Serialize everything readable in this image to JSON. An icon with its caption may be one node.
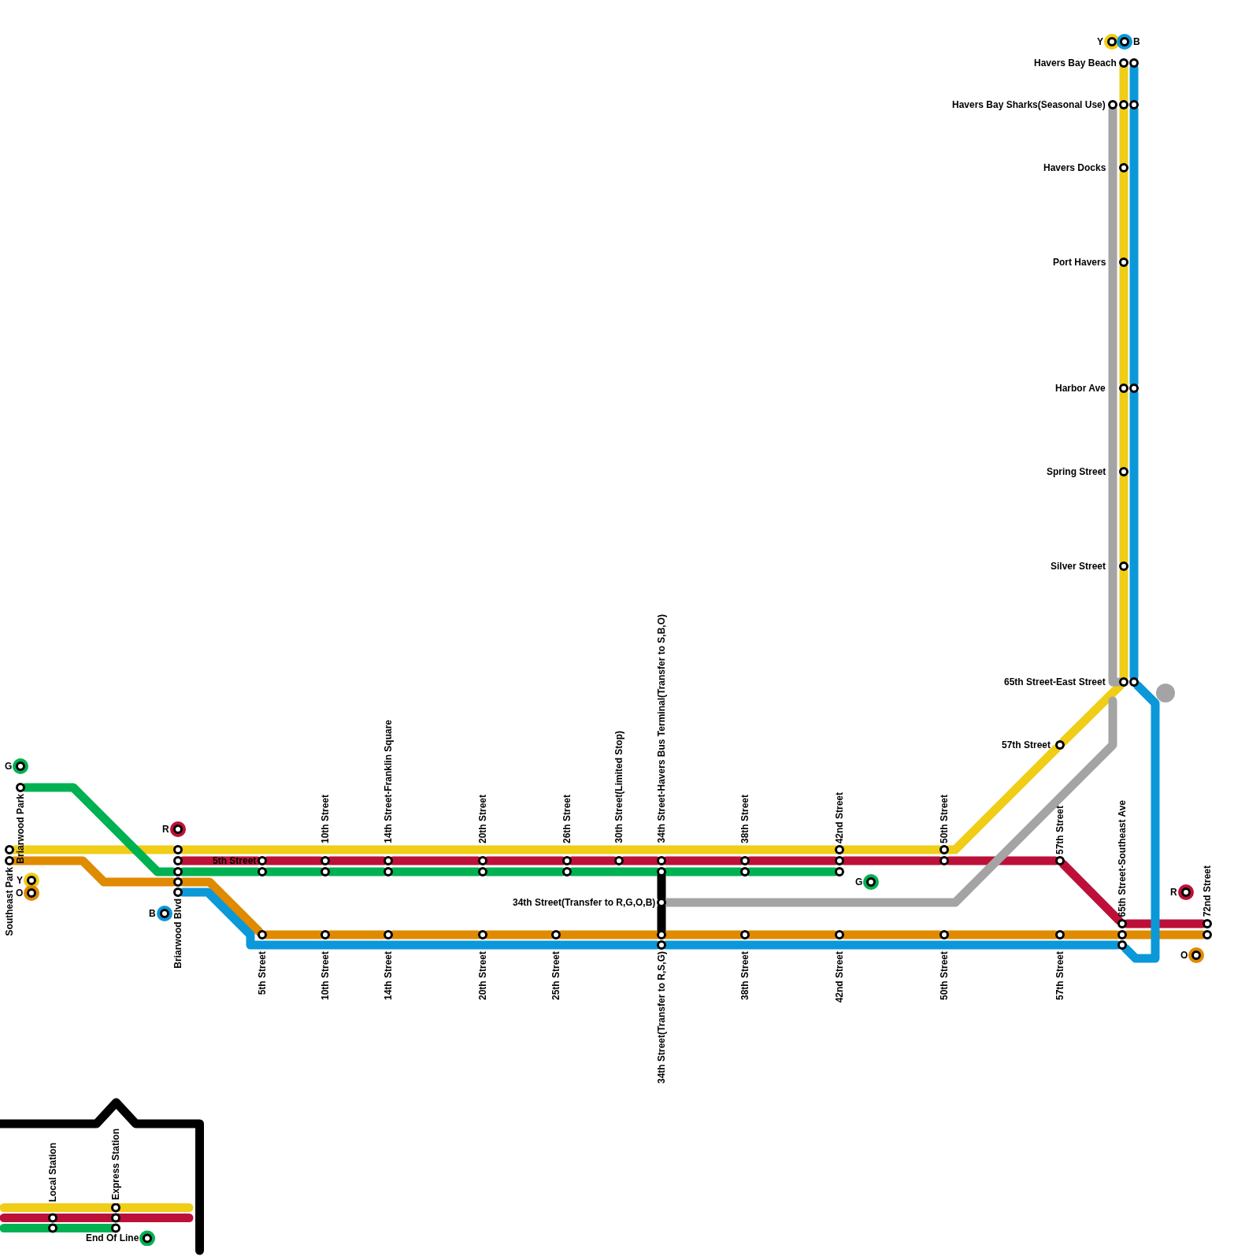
{
  "diagram": {
    "nodes": [
      {
        "text": [],
        "shape": "circle",
        "beside": [
          "Y"
        ]
      },
      {
        "text": [],
        "shape": "circle",
        "beside": [
          "B"
        ]
      },
      {
        "text": [],
        "shape": "circle",
        "beside": [
          "Havers Bay Beach"
        ]
      },
      {
        "text": [],
        "shape": "circle"
      },
      {
        "text": [],
        "shape": "circle",
        "beside": [
          "Havers Bay Sharks(Seasonal Use)"
        ]
      },
      {
        "text": [],
        "shape": "circle"
      },
      {
        "text": [],
        "shape": "circle"
      },
      {
        "text": [],
        "shape": "circle",
        "beside": [
          "Havers Docks"
        ]
      },
      {
        "text": [],
        "shape": "circle",
        "beside": [
          "Port Havers"
        ]
      },
      {
        "text": [],
        "shape": "circle",
        "beside": [
          "Harbor Ave"
        ]
      },
      {
        "text": [],
        "shape": "circle"
      },
      {
        "text": [],
        "shape": "circle",
        "beside": [
          "Spring Street"
        ]
      },
      {
        "text": [],
        "shape": "circle",
        "beside": [
          "Silver Street"
        ]
      },
      {
        "text": [],
        "shape": "circle",
        "beside": [
          "65th Street-East Street"
        ]
      },
      {
        "text": [],
        "shape": "circle"
      },
      {
        "text": [],
        "shape": "circle"
      },
      {
        "text": [],
        "shape": "circle",
        "beside": [
          "57th Street"
        ]
      },
      {
        "text": [],
        "shape": "circle",
        "beside": [
          "G"
        ]
      },
      {
        "text": [],
        "shape": "circle",
        "beside": [
          "Briarwood Park"
        ]
      },
      {
        "text": [],
        "shape": "circle",
        "beside": [
          "R"
        ]
      },
      {
        "text": [],
        "shape": "circle"
      },
      {
        "text": [],
        "shape": "circle",
        "beside": [
          "Southeast Park"
        ]
      },
      {
        "text": [],
        "shape": "circle",
        "beside": [
          "Y"
        ]
      },
      {
        "text": [],
        "shape": "circle",
        "beside": [
          "O"
        ]
      },
      {
        "text": [],
        "shape": "circle",
        "beside": [
          "B"
        ]
      },
      {
        "text": [],
        "shape": "circle"
      },
      {
        "text": [],
        "shape": "circle"
      },
      {
        "text": [],
        "shape": "circle"
      },
      {
        "text": [],
        "shape": "circle"
      },
      {
        "text": [],
        "shape": "circle",
        "beside": [
          "Briarwood Blvd"
        ]
      },
      {
        "text": [],
        "shape": "circle",
        "beside": [
          "5th Street"
        ]
      },
      {
        "text": [],
        "shape": "circle"
      },
      {
        "text": [],
        "shape": "circle",
        "beside": [
          "5th Street"
        ]
      },
      {
        "text": [],
        "shape": "circle",
        "beside": [
          "10th Street"
        ]
      },
      {
        "text": [],
        "shape": "circle"
      },
      {
        "text": [],
        "shape": "circle",
        "beside": [
          "10th Street"
        ]
      },
      {
        "text": [],
        "shape": "circle",
        "beside": [
          "14th Street-Franklin Square"
        ]
      },
      {
        "text": [],
        "shape": "circle"
      },
      {
        "text": [],
        "shape": "circle",
        "beside": [
          "14th Street"
        ]
      },
      {
        "text": [],
        "shape": "circle",
        "beside": [
          "20th Street"
        ]
      },
      {
        "text": [],
        "shape": "circle"
      },
      {
        "text": [],
        "shape": "circle",
        "beside": [
          "20th Street"
        ]
      },
      {
        "text": [],
        "shape": "circle",
        "beside": [
          "25th Street"
        ]
      },
      {
        "text": [],
        "shape": "circle",
        "beside": [
          "26th Street"
        ]
      },
      {
        "text": [],
        "shape": "circle"
      },
      {
        "text": [],
        "shape": "circle",
        "beside": [
          "30th Street(Limited Stop)"
        ]
      },
      {
        "text": [],
        "shape": "circle",
        "beside": [
          "34th Street-Havers Bus Terminal(Transfer to S,B,O)"
        ]
      },
      {
        "text": [],
        "shape": "circle"
      },
      {
        "text": [],
        "shape": "circle",
        "beside": [
          "34th Street(Transfer to R,G,O,B)"
        ]
      },
      {
        "text": [],
        "shape": "circle"
      },
      {
        "text": [],
        "shape": "circle",
        "beside": [
          "34th Street(Transfer to R,S,G)"
        ]
      },
      {
        "text": [],
        "shape": "circle",
        "beside": [
          "38th Street"
        ]
      },
      {
        "text": [],
        "shape": "circle"
      },
      {
        "text": [],
        "shape": "circle",
        "beside": [
          "38th Street"
        ]
      },
      {
        "text": [],
        "shape": "circle",
        "beside": [
          "42nd Street"
        ]
      },
      {
        "text": [],
        "shape": "circle"
      },
      {
        "text": [],
        "shape": "circle"
      },
      {
        "text": [],
        "shape": "circle",
        "beside": [
          "42nd Street"
        ]
      },
      {
        "text": [],
        "shape": "circle",
        "beside": [
          "G"
        ]
      },
      {
        "text": [],
        "shape": "circle",
        "beside": [
          "50th Street"
        ]
      },
      {
        "text": [],
        "shape": "circle"
      },
      {
        "text": [],
        "shape": "circle",
        "beside": [
          "50th Street"
        ]
      },
      {
        "text": [],
        "shape": "circle",
        "beside": [
          "57th Street"
        ]
      },
      {
        "text": [],
        "shape": "circle",
        "beside": [
          "57th Street"
        ]
      },
      {
        "text": [],
        "shape": "circle",
        "beside": [
          "65th Street-Southeast Ave"
        ]
      },
      {
        "text": [],
        "shape": "circle"
      },
      {
        "text": [],
        "shape": "circle"
      },
      {
        "text": [],
        "shape": "circle",
        "beside": [
          "R"
        ]
      },
      {
        "text": [],
        "shape": "circle",
        "beside": [
          "72nd Street"
        ]
      },
      {
        "text": [],
        "shape": "circle"
      },
      {
        "text": [],
        "shape": "circle",
        "beside": [
          "O"
        ]
      }
    ],
    "edges": [
      {
        "from": 20,
        "to": 25,
        "arrow": "none",
        "color": "#f0cd16"
      },
      {
        "from": 25,
        "to": 54,
        "arrow": "none",
        "color": "#f0cd16"
      },
      {
        "from": 54,
        "to": 59,
        "arrow": "none",
        "color": "#f0cd16"
      },
      {
        "from": 59,
        "to": 16,
        "arrow": "none",
        "color": "#f0cd16"
      },
      {
        "from": 16,
        "to": 13,
        "arrow": "none",
        "color": "#f0cd16"
      },
      {
        "from": 13,
        "to": 12,
        "arrow": "none",
        "color": "#f0cd16"
      },
      {
        "from": 12,
        "to": 11,
        "arrow": "none",
        "color": "#f0cd16"
      },
      {
        "from": 11,
        "to": 9,
        "arrow": "none",
        "color": "#f0cd16"
      },
      {
        "from": 9,
        "to": 8,
        "arrow": "none",
        "color": "#f0cd16"
      },
      {
        "from": 8,
        "to": 7,
        "arrow": "none",
        "color": "#f0cd16"
      },
      {
        "from": 7,
        "to": 5,
        "arrow": "none",
        "color": "#f0cd16"
      },
      {
        "from": 5,
        "to": 2,
        "arrow": "none",
        "color": "#f0cd16"
      },
      {
        "from": 26,
        "to": 30,
        "arrow": "none",
        "color": "#bd1038"
      },
      {
        "from": 30,
        "to": 33,
        "arrow": "none",
        "color": "#bd1038"
      },
      {
        "from": 33,
        "to": 36,
        "arrow": "none",
        "color": "#bd1038"
      },
      {
        "from": 36,
        "to": 39,
        "arrow": "none",
        "color": "#bd1038"
      },
      {
        "from": 39,
        "to": 43,
        "arrow": "none",
        "color": "#bd1038"
      },
      {
        "from": 43,
        "to": 45,
        "arrow": "none",
        "color": "#bd1038"
      },
      {
        "from": 45,
        "to": 46,
        "arrow": "none",
        "color": "#bd1038"
      },
      {
        "from": 46,
        "to": 51,
        "arrow": "none",
        "color": "#bd1038"
      },
      {
        "from": 51,
        "to": 55,
        "arrow": "none",
        "color": "#bd1038"
      },
      {
        "from": 55,
        "to": 60,
        "arrow": "none",
        "color": "#bd1038"
      },
      {
        "from": 60,
        "to": 62,
        "arrow": "none",
        "color": "#bd1038"
      },
      {
        "from": 62,
        "to": 64,
        "arrow": "none",
        "color": "#bd1038"
      },
      {
        "from": 64,
        "to": 68,
        "arrow": "none",
        "color": "#bd1038"
      },
      {
        "from": 18,
        "to": 27,
        "arrow": "none",
        "color": "#00b152"
      },
      {
        "from": 27,
        "to": 31,
        "arrow": "none",
        "color": "#00b152"
      },
      {
        "from": 31,
        "to": 34,
        "arrow": "none",
        "color": "#00b152"
      },
      {
        "from": 34,
        "to": 37,
        "arrow": "none",
        "color": "#00b152"
      },
      {
        "from": 37,
        "to": 40,
        "arrow": "none",
        "color": "#00b152"
      },
      {
        "from": 40,
        "to": 44,
        "arrow": "none",
        "color": "#00b152"
      },
      {
        "from": 44,
        "to": 47,
        "arrow": "none",
        "color": "#00b152"
      },
      {
        "from": 47,
        "to": 52,
        "arrow": "none",
        "color": "#00b152"
      },
      {
        "from": 52,
        "to": 56,
        "arrow": "none",
        "color": "#00b152"
      },
      {
        "from": 21,
        "to": 28,
        "arrow": "none",
        "color": "#e08a00"
      },
      {
        "from": 28,
        "to": 32,
        "arrow": "none",
        "color": "#e08a00"
      },
      {
        "from": 32,
        "to": 35,
        "arrow": "none",
        "color": "#e08a00"
      },
      {
        "from": 35,
        "to": 38,
        "arrow": "none",
        "color": "#e08a00"
      },
      {
        "from": 38,
        "to": 41,
        "arrow": "none",
        "color": "#e08a00"
      },
      {
        "from": 41,
        "to": 42,
        "arrow": "none",
        "color": "#e08a00"
      },
      {
        "from": 42,
        "to": 49,
        "arrow": "none",
        "color": "#e08a00"
      },
      {
        "from": 49,
        "to": 53,
        "arrow": "none",
        "color": "#e08a00"
      },
      {
        "from": 53,
        "to": 57,
        "arrow": "none",
        "color": "#e08a00"
      },
      {
        "from": 57,
        "to": 61,
        "arrow": "none",
        "color": "#e08a00"
      },
      {
        "from": 61,
        "to": 63,
        "arrow": "none",
        "color": "#e08a00"
      },
      {
        "from": 63,
        "to": 65,
        "arrow": "none",
        "color": "#e08a00"
      },
      {
        "from": 65,
        "to": 69,
        "arrow": "none",
        "color": "#e08a00"
      },
      {
        "from": 29,
        "to": 50,
        "arrow": "none",
        "color": "#0b98d8"
      },
      {
        "from": 50,
        "to": 66,
        "arrow": "none",
        "color": "#0b98d8"
      },
      {
        "from": 66,
        "to": 14,
        "arrow": "none",
        "color": "#0b98d8"
      },
      {
        "from": 14,
        "to": 10,
        "arrow": "none",
        "color": "#0b98d8"
      },
      {
        "from": 10,
        "to": 6,
        "arrow": "none",
        "color": "#0b98d8"
      },
      {
        "from": 6,
        "to": 3,
        "arrow": "none",
        "color": "#0b98d8"
      },
      {
        "from": 48,
        "to": null,
        "arrow": "none",
        "color": "#a4a4a4"
      },
      {
        "from": 4,
        "to": 13,
        "arrow": "none",
        "color": "#a4a4a4"
      },
      {
        "from": 47,
        "to": 48,
        "arrow": "none",
        "color": "#000000"
      },
      {
        "from": 48,
        "to": 49,
        "arrow": "none",
        "color": "#000000"
      }
    ],
    "legend": [
      {
        "text": "Local Station"
      },
      {
        "text": "Express Station"
      },
      {
        "text": "End Of Line"
      }
    ]
  }
}
